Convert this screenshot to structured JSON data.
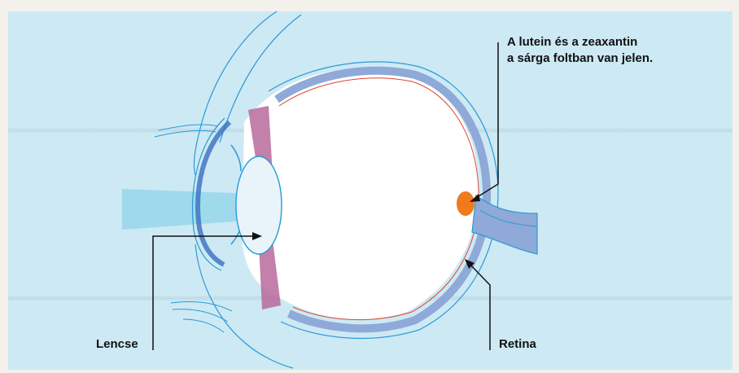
{
  "annotations": {
    "lutein_line1": "A lutein és a zeaxantin",
    "lutein_line2": "a sárga foltban van jelen.",
    "lens": "Lencse",
    "retina": "Retina"
  },
  "colors": {
    "background": "#cde9f4",
    "outline": "#2a9ad6",
    "choroid": "#8fa9d8",
    "red_layer": "#e0442c",
    "macula": "#f07a1c",
    "muscle": "#b76a9c",
    "light_beam": "#8fd3ea",
    "pointer": "#111111"
  }
}
